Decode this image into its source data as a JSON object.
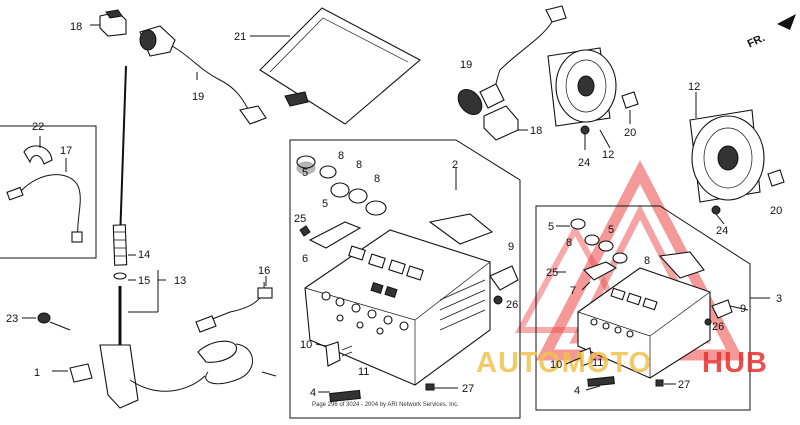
{
  "diagram": {
    "orientation_label": "FR.",
    "copyright_text": "Page 296 of 3024 - 2004 by ARI Network Services, Inc.",
    "callouts": [
      {
        "id": "c1",
        "text": "1"
      },
      {
        "id": "c2",
        "text": "2"
      },
      {
        "id": "c3",
        "text": "3"
      },
      {
        "id": "c4a",
        "text": "4"
      },
      {
        "id": "c4b",
        "text": "4"
      },
      {
        "id": "c5a",
        "text": "5"
      },
      {
        "id": "c5b",
        "text": "5"
      },
      {
        "id": "c5c",
        "text": "5"
      },
      {
        "id": "c5d",
        "text": "5"
      },
      {
        "id": "c6",
        "text": "6"
      },
      {
        "id": "c7",
        "text": "7"
      },
      {
        "id": "c8a",
        "text": "8"
      },
      {
        "id": "c8b",
        "text": "8"
      },
      {
        "id": "c8c",
        "text": "8"
      },
      {
        "id": "c8d",
        "text": "8"
      },
      {
        "id": "c8e",
        "text": "8"
      },
      {
        "id": "c9a",
        "text": "9"
      },
      {
        "id": "c9b",
        "text": "9"
      },
      {
        "id": "c10a",
        "text": "10"
      },
      {
        "id": "c10b",
        "text": "10"
      },
      {
        "id": "c11a",
        "text": "11"
      },
      {
        "id": "c11b",
        "text": "11"
      },
      {
        "id": "c12a",
        "text": "12"
      },
      {
        "id": "c12b",
        "text": "12"
      },
      {
        "id": "c13",
        "text": "13"
      },
      {
        "id": "c14",
        "text": "14"
      },
      {
        "id": "c15",
        "text": "15"
      },
      {
        "id": "c16",
        "text": "16"
      },
      {
        "id": "c17",
        "text": "17"
      },
      {
        "id": "c18a",
        "text": "18"
      },
      {
        "id": "c18b",
        "text": "18"
      },
      {
        "id": "c19a",
        "text": "19"
      },
      {
        "id": "c19b",
        "text": "19"
      },
      {
        "id": "c20a",
        "text": "20"
      },
      {
        "id": "c20b",
        "text": "20"
      },
      {
        "id": "c21",
        "text": "21"
      },
      {
        "id": "c22",
        "text": "22"
      },
      {
        "id": "c23",
        "text": "23"
      },
      {
        "id": "c24a",
        "text": "24"
      },
      {
        "id": "c24b",
        "text": "24"
      },
      {
        "id": "c25a",
        "text": "25"
      },
      {
        "id": "c25b",
        "text": "25"
      },
      {
        "id": "c26a",
        "text": "26"
      },
      {
        "id": "c26b",
        "text": "26"
      },
      {
        "id": "c27a",
        "text": "27"
      },
      {
        "id": "c27b",
        "text": "27"
      }
    ]
  },
  "watermark": {
    "brand_part1": "AUTOMOTO",
    "brand_part2": "HUB",
    "colors": {
      "triangle": "#e8312f",
      "text_main": "#f2c14e",
      "text_accent": "#e8312f"
    }
  }
}
